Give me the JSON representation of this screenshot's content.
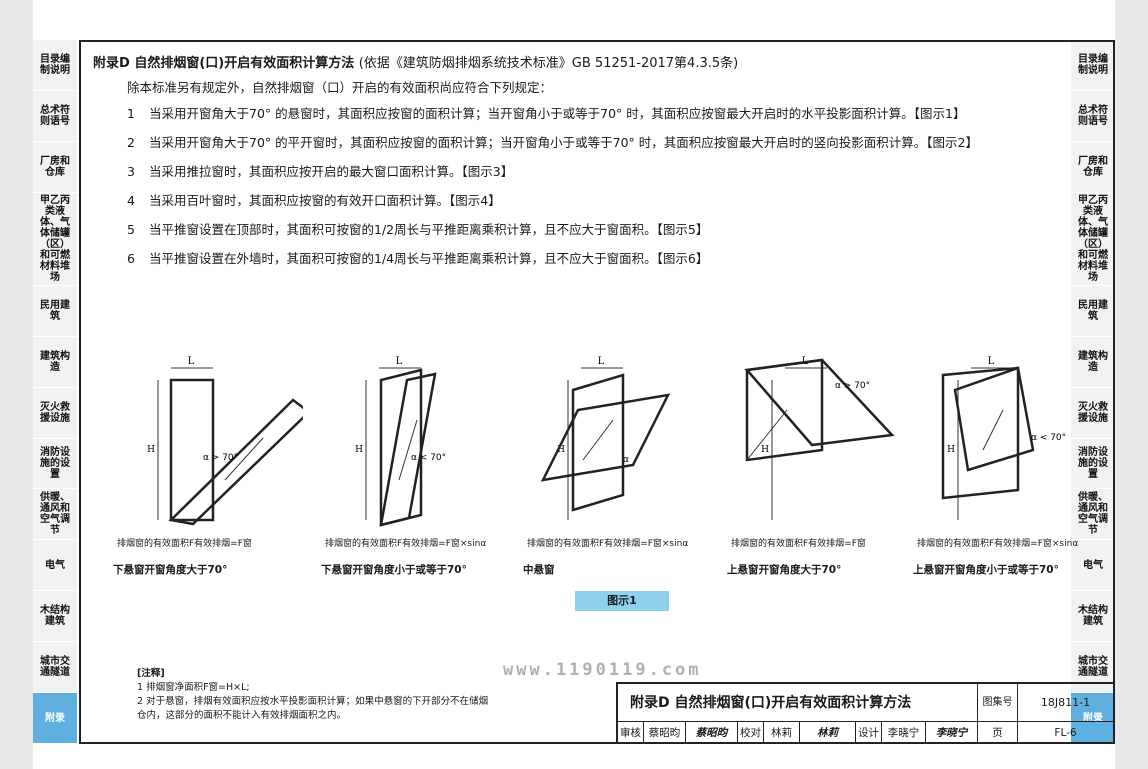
{
  "side_tabs": [
    "目录编制说明",
    "总术符则语号",
    "厂房和仓库",
    "甲乙丙类液体、气体储罐（区）和可燃材料堆场",
    "民用建筑",
    "建筑构造",
    "灭火救援设施",
    "消防设施的设置",
    "供暖、通风和空气调节",
    "电气",
    "木结构建筑",
    "城市交通隧道",
    "附录"
  ],
  "title": "附录D  自然排烟窗(口)开启有效面积计算方法",
  "title_ref": "(依据《建筑防烟排烟系统技术标准》GB 51251-2017第4.3.5条)",
  "intro": "除本标准另有规定外，自然排烟窗（口）开启的有效面积尚应符合下列规定：",
  "rules": [
    {
      "num": "1",
      "text": "当采用开窗角大于70° 的悬窗时，其面积应按窗的面积计算；当开窗角小于或等于70° 时，其面积应按窗最大开启时的水平投影面积计算。【图示1】"
    },
    {
      "num": "2",
      "text": "当采用开窗角大于70° 的平开窗时，其面积应按窗的面积计算；当开窗角小于或等于70° 时，其面积应按窗最大开启时的竖向投影面积计算。【图示2】"
    },
    {
      "num": "3",
      "text": "当采用推拉窗时，其面积应按开启的最大窗口面积计算。【图示3】"
    },
    {
      "num": "4",
      "text": "当采用百叶窗时，其面积应按窗的有效开口面积计算。【图示4】"
    },
    {
      "num": "5",
      "text": "当平推窗设置在顶部时，其面积可按窗的1/2周长与平推距离乘积计算，且不应大于窗面积。【图示5】"
    },
    {
      "num": "6",
      "text": "当平推窗设置在外墙时，其面积可按窗的1/4周长与平推距离乘积计算，且不应大于窗面积。【图示6】"
    }
  ],
  "figures": [
    {
      "formula": "排烟窗的有效面积F有效排烟=F窗",
      "caption": "下悬窗开窗角度大于70°",
      "angle": "α > 70°"
    },
    {
      "formula": "排烟窗的有效面积F有效排烟=F窗×sinα",
      "caption": "下悬窗开窗角度小于或等于70°",
      "angle": "α < 70°"
    },
    {
      "formula": "排烟窗的有效面积F有效排烟=F窗×sinα",
      "caption": "中悬窗",
      "angle": "α"
    },
    {
      "formula": "排烟窗的有效面积F有效排烟=F窗",
      "caption": "上悬窗开窗角度大于70°",
      "angle": "α > 70°"
    },
    {
      "formula": "排烟窗的有效面积F有效排烟=F窗×sinα",
      "caption": "上悬窗开窗角度小于或等于70°",
      "angle": "α < 70°"
    }
  ],
  "dim_L": "L",
  "dim_H": "H",
  "figure_label": "图示1",
  "notes": {
    "head": "[注释]",
    "items": [
      "1  排烟窗净面积F窗=H×L;",
      "2  对于悬窗，排烟有效面积应按水平投影面积计算；如果中悬窗的下开部分不在储烟",
      "    仓内，这部分的面积不能计入有效排烟面积之内。"
    ]
  },
  "watermark": "www.1190119.com",
  "titleblock": {
    "main": "附录D 自然排烟窗(口)开启有效面积计算方法",
    "atlas_label": "图集号",
    "atlas_no": "18J811-1",
    "review_label": "审核",
    "reviewer": "蔡昭昀",
    "reviewer_sig": "蔡昭昀",
    "check_label": "校对",
    "checker": "林莉",
    "checker_sig": "林莉",
    "design_label": "设计",
    "designer": "李晓宁",
    "designer_sig": "李晓宁",
    "page_label": "页",
    "page_no": "FL-6"
  }
}
